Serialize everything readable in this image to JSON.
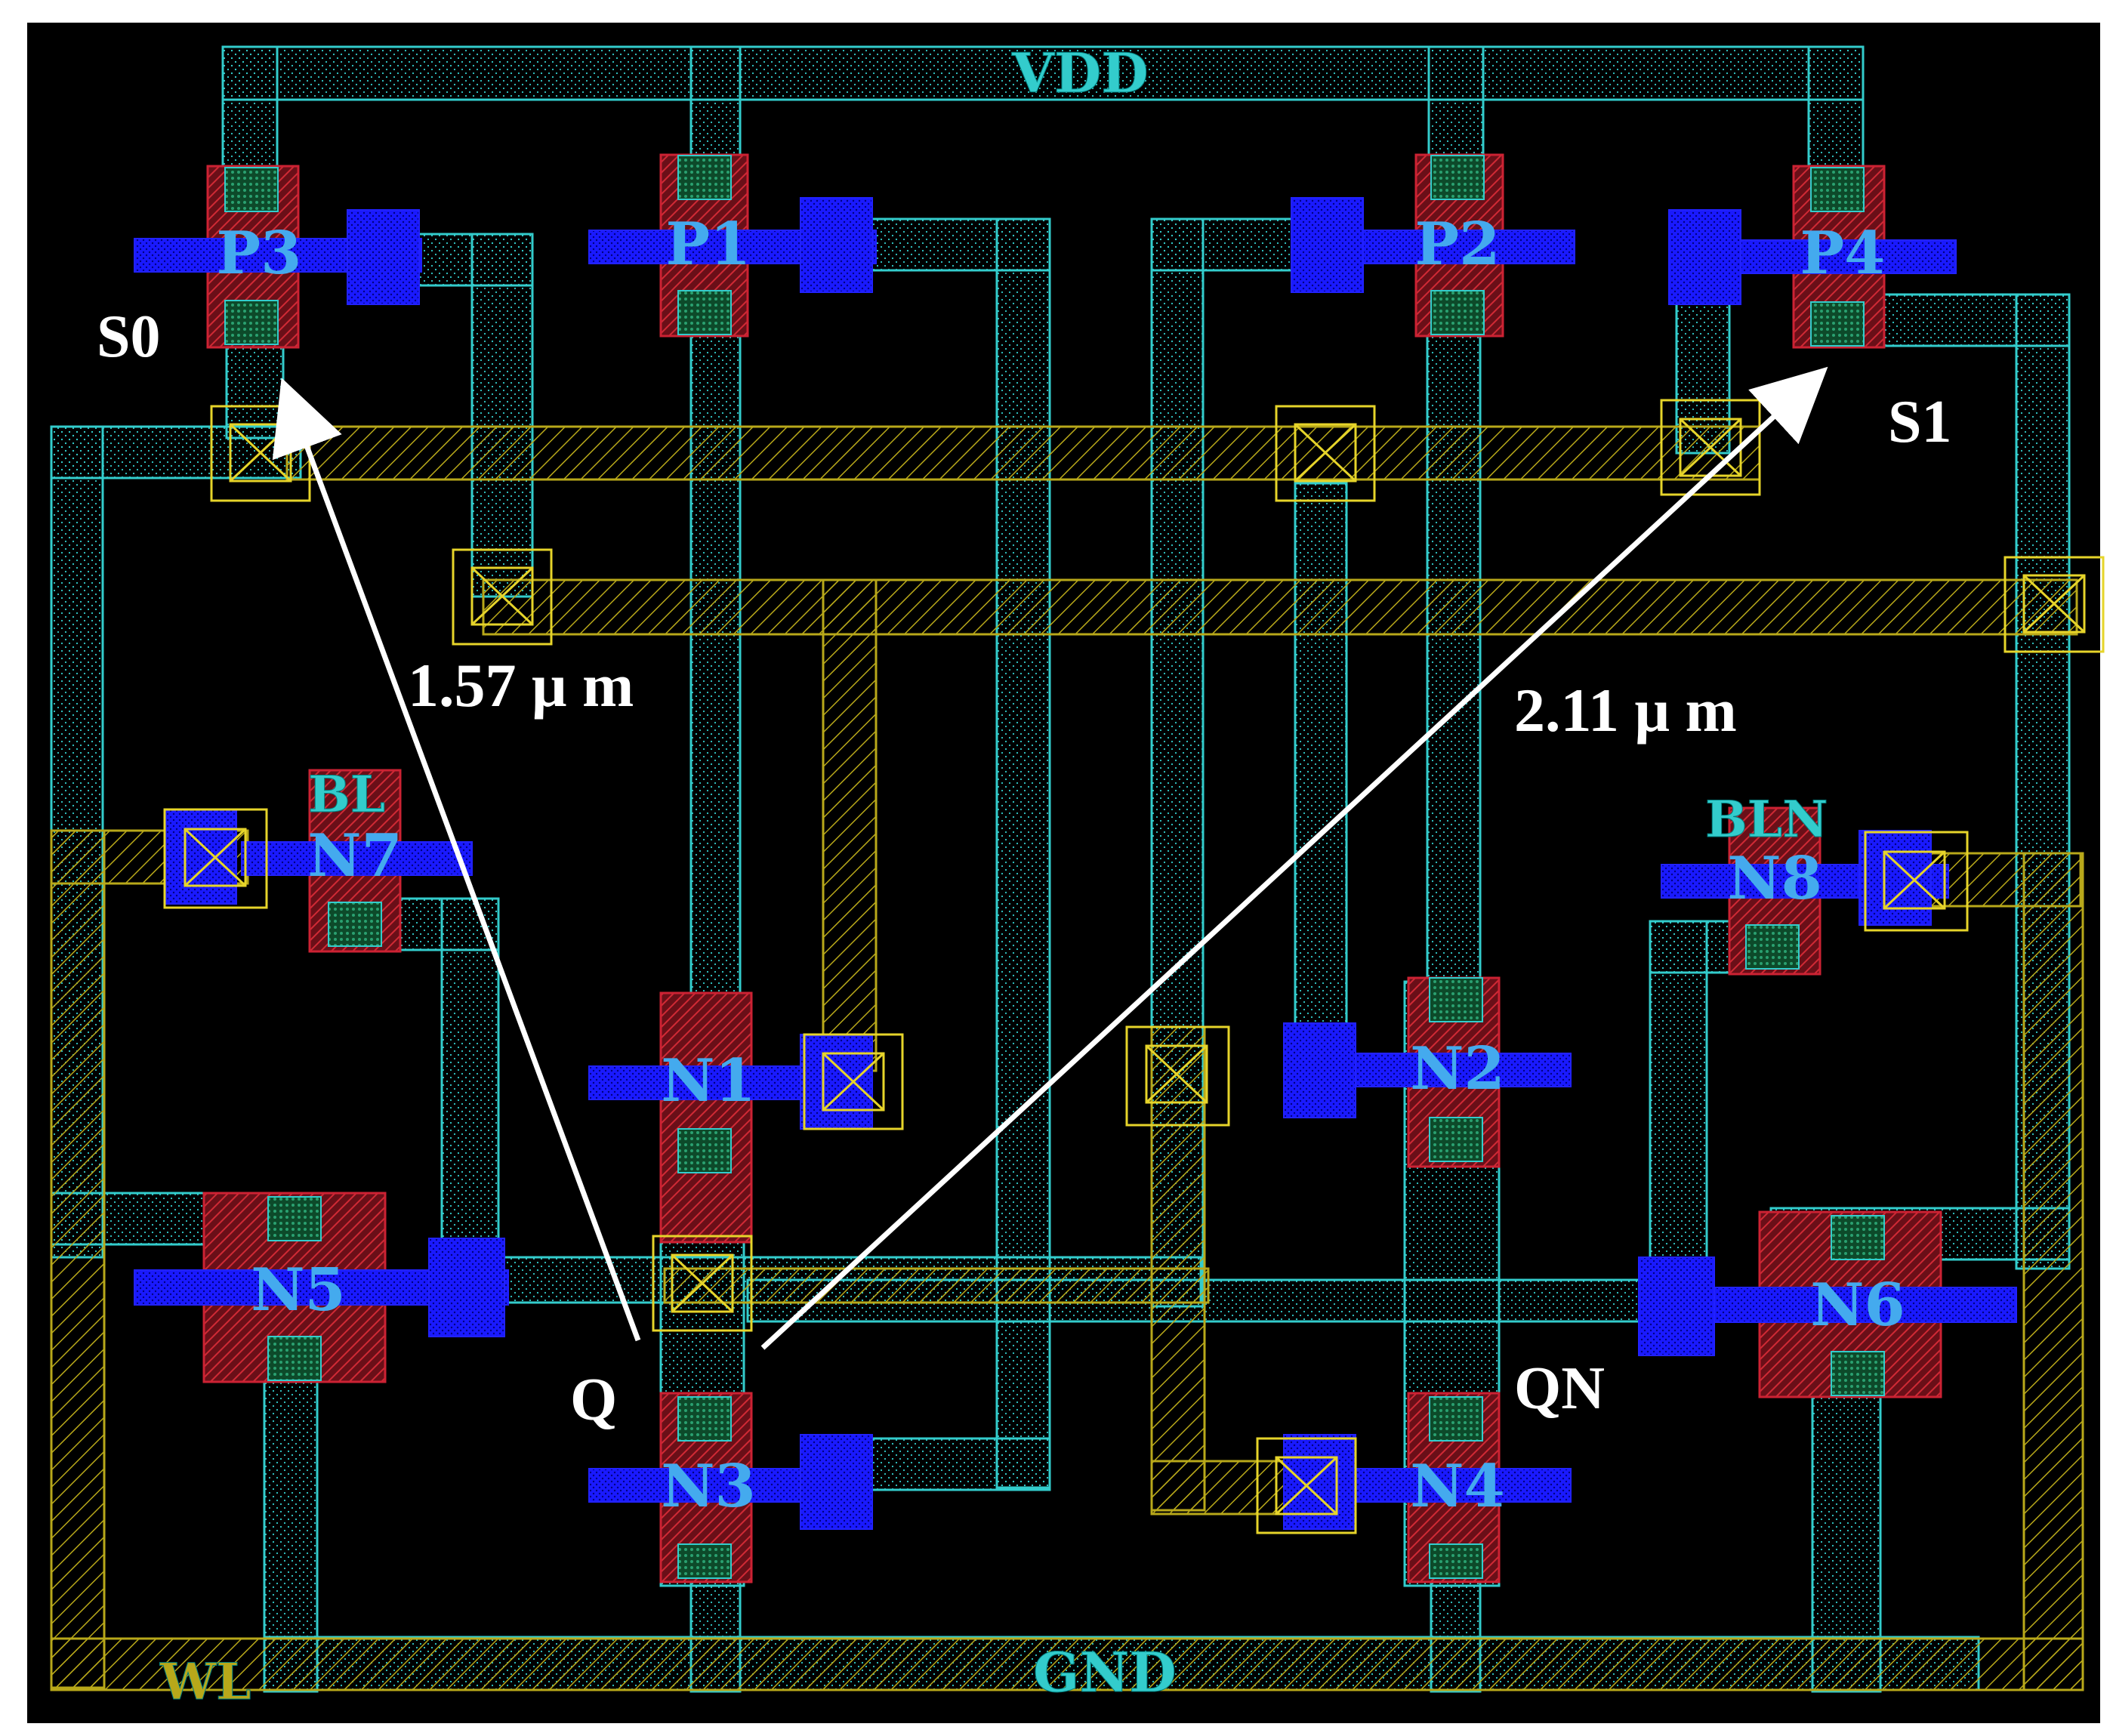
{
  "nets": {
    "vdd": "VDD",
    "gnd": "GND",
    "wl": "WL",
    "bl": "BL",
    "bln": "BLN"
  },
  "transistors": {
    "p1": "P1",
    "p2": "P2",
    "p3": "P3",
    "p4": "P4",
    "n1": "N1",
    "n2": "N2",
    "n3": "N3",
    "n4": "N4",
    "n5": "N5",
    "n6": "N6",
    "n7": "N7",
    "n8": "N8"
  },
  "nodes": {
    "s0": "S0",
    "s1": "S1",
    "q": "Q",
    "qn": "QN"
  },
  "measurements": {
    "q_to_s0": "1.57 μ m",
    "q_to_s1": "2.11 μ m"
  },
  "colors": {
    "background": "#000000",
    "metal_cyan": "#33cccc",
    "poly_blue": "#1a1aff",
    "diffusion_red": "#cc2233",
    "contact_green": "#1f8f5a",
    "metal_yellow": "#b8a81a",
    "label_cyan": "#33bbee",
    "annotation_white": "#ffffff"
  }
}
